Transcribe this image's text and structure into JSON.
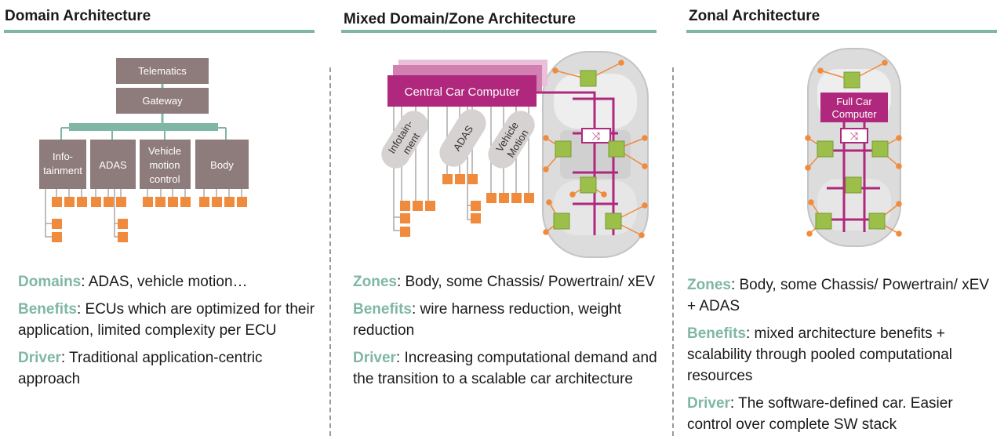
{
  "columns": [
    {
      "title": "Domain Architecture",
      "diagram": {
        "telematics": "Telematics",
        "gateway": "Gateway",
        "domains": [
          "Info-\ntainment",
          "ADAS",
          "Vehicle\nmotion\ncontrol",
          "Body"
        ]
      },
      "bullets": [
        {
          "key": "Domains",
          "text": ": ADAS, vehicle motion…"
        },
        {
          "key": "Benefits",
          "text": ": ECUs which are optimized for their application, limited complexity per ECU"
        },
        {
          "key": "Driver",
          "text": ": Traditional application-centric approach"
        }
      ]
    },
    {
      "title": "Mixed Domain/Zone Architecture",
      "diagram": {
        "central": "Central Car Computer",
        "domains": [
          "Infotain-\nment",
          "ADAS",
          "Vehicle\nMotion"
        ]
      },
      "bullets": [
        {
          "key": "Zones",
          "text": ": Body, some Chassis/ Powertrain/ xEV"
        },
        {
          "key": "Benefits",
          "text": ": wire harness reduction, weight reduction"
        },
        {
          "key": "Driver",
          "text": ": Increasing computational demand and the transition to a scalable car architecture"
        }
      ]
    },
    {
      "title": "Zonal Architecture",
      "diagram": {
        "central": "Full Car\nComputer"
      },
      "bullets": [
        {
          "key": "Zones",
          "text": ": Body, some Chassis/ Powertrain/ xEV + ADAS"
        },
        {
          "key": "Benefits",
          "text": ": mixed architecture benefits + scalability through pooled computational resources"
        },
        {
          "key": "Driver",
          "text": ": The software-defined car. Easier control over complete SW stack"
        }
      ]
    }
  ],
  "colors": {
    "accent": "#7fb7a4",
    "domain_box": "#8e7b7b",
    "ecu": "#f08a3c",
    "computer": "#b0287d",
    "zone": "#9cbf4a"
  }
}
